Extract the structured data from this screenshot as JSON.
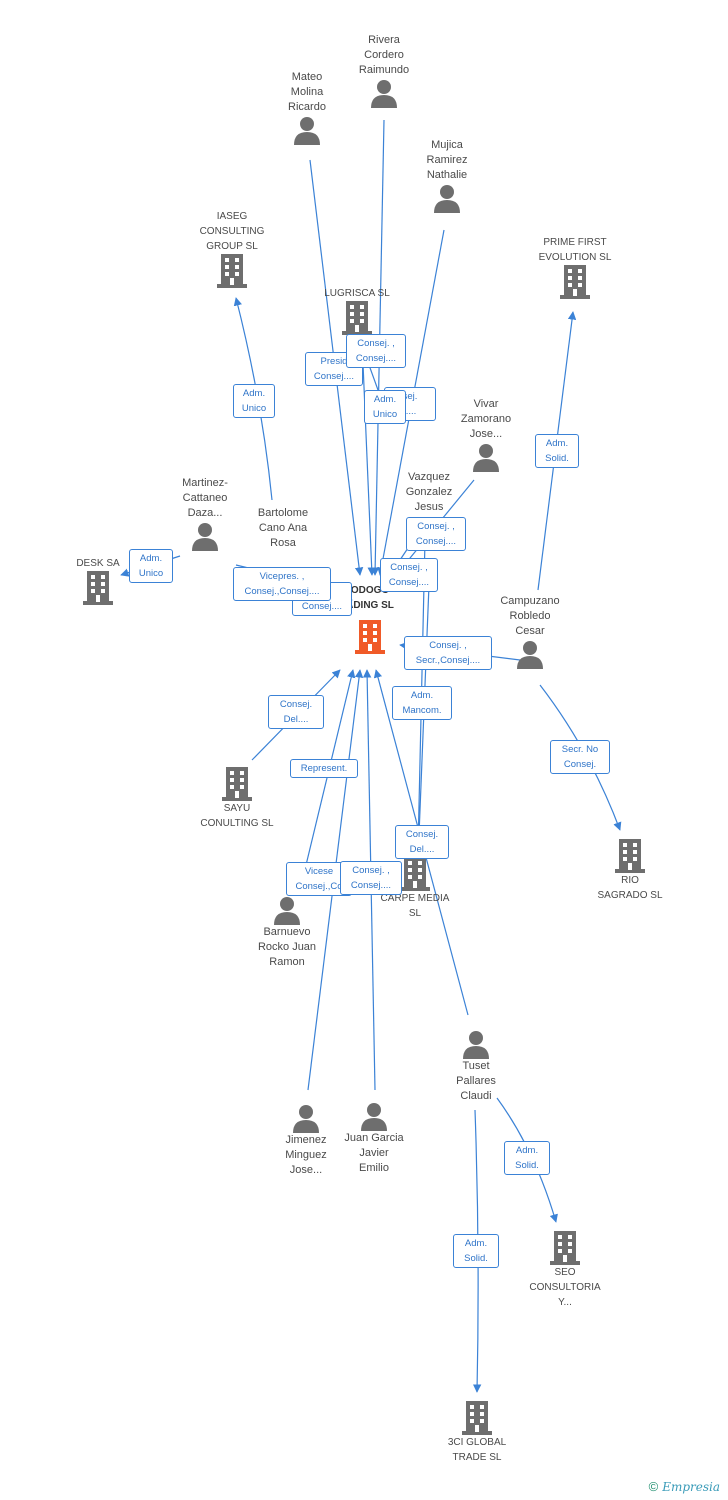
{
  "nodes": {
    "main": {
      "name": "ODOGO\nADING SL"
    },
    "rivera": {
      "name": "Rivera\nCordero\nRaimundo"
    },
    "mateo": {
      "name": "Mateo\nMolina\nRicardo"
    },
    "mujica": {
      "name": "Mujica\nRamirez\nNathalie"
    },
    "iaseg": {
      "name": "IASEG\nCONSULTING\nGROUP  SL"
    },
    "prime": {
      "name": "PRIME FIRST\nEVOLUTION  SL"
    },
    "lugrisca": {
      "name": "LUGRISCA  SL"
    },
    "vivar": {
      "name": "Vivar\nZamorano\nJose..."
    },
    "martinez": {
      "name": "Martinez-\nCattaneo\nDaza..."
    },
    "bartolome": {
      "name": "Bartolome\nCano Ana\nRosa"
    },
    "vazquez": {
      "name": "Vazquez\nGonzalez\nJesus"
    },
    "desk": {
      "name": "DESK SA"
    },
    "campuzano": {
      "name": "Campuzano\nRobledo\nCesar"
    },
    "sayu": {
      "name": "SAYU\nCONULTING  SL"
    },
    "carpe": {
      "name": "CARPE MEDIA\nSL"
    },
    "rio": {
      "name": "RIO\nSAGRADO  SL"
    },
    "barnuevo": {
      "name": "Barnuevo\nRocko Juan\nRamon"
    },
    "tuset": {
      "name": "Tuset\nPallares\nClaudi"
    },
    "jimenez": {
      "name": "Jimenez\nMinguez\nJose..."
    },
    "juan": {
      "name": "Juan Garcia\nJavier\nEmilio"
    },
    "seo": {
      "name": "SEO\nCONSULTORIA\nY..."
    },
    "global3ci": {
      "name": "3CI GLOBAL\nTRADE SL"
    }
  },
  "edge_labels": {
    "l_preside": "Presid\nConsej....",
    "l_lugrisca": "Consej. ,\nConsej....",
    "l_mujica": "sej.\nl....",
    "l_iaseg": "Adm.\nUnico",
    "l_adm_unico2": "Adm.\nUnico",
    "l_prime": "Adm.\nSolid.",
    "l_desk": "Adm.\nUnico",
    "l_vivar": "Consej. ,\nConsej....",
    "l_vazquez": "Consej. ,\nConsej....",
    "l_vicepres": "Vicepres. ,\nConsej.,Consej....",
    "l_behind": "j. ,\nConsej....",
    "l_campuzano": "Consej. ,\nSecr.,Consej....",
    "l_sayu": "Consej.\nDel....",
    "l_mancom": "Adm.\nMancom.",
    "l_rio": "Secr.  No\nConsej.",
    "l_represent": "Represent.",
    "l_carpe": "Consej.\nDel....",
    "l_vicese": "Vicese\nConsej.,Co",
    "l_juan": "Consej. ,\nConsej....",
    "l_seo": "Adm.\nSolid.",
    "l_3ci": "Adm.\nSolid."
  },
  "colors": {
    "edge": "#3b82d6",
    "icon": "#6e6e6e",
    "main_icon": "#f05a28",
    "label_text": "#2f74c8"
  },
  "icons": {
    "person": "person-icon",
    "company": "building-icon"
  },
  "footer": {
    "copyright": "©",
    "brand": "Empresia"
  }
}
